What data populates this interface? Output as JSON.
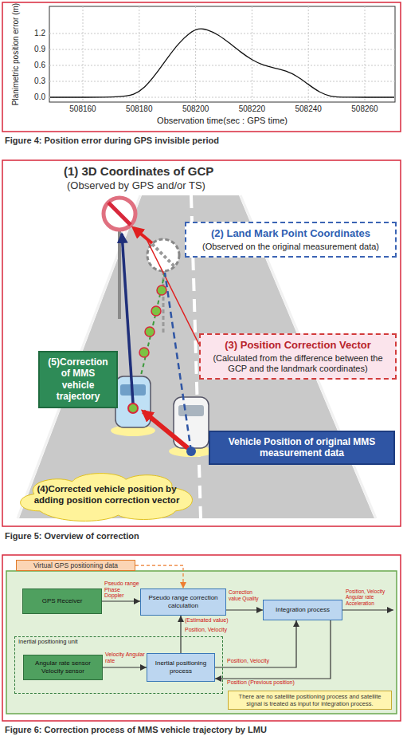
{
  "diagram": {
    "nodes": [
      {
        "text": [
          "(2) Land Mark Point Coordinates",
          "(Observed on the original measurement data)"
        ]
      },
      {
        "text": [
          "(3) Position Correction Vector",
          "(Calculated from the difference between the GCP and the landmark coordinates)"
        ]
      },
      {
        "text": [
          "(5)Correction of MMS vehicle trajectory"
        ]
      },
      {
        "text": [
          "Vehicle Position of original MMS measurement data"
        ]
      },
      {
        "text": [
          "(4)Corrected vehicle position by adding position correction vector"
        ]
      },
      {
        "text": [
          "Virtual GPS positioning data"
        ]
      },
      {
        "text": [
          "GPS Receiver"
        ]
      },
      {
        "text": [
          "Pseudo range correction calculation"
        ]
      },
      {
        "text": [
          "Integration process"
        ]
      },
      {
        "text": [
          "Inertial positioning unit"
        ]
      },
      {
        "text": [
          "Angular rate sensor Velocity sensor"
        ],
        "in": 9
      },
      {
        "text": [
          "Inertial positioning process"
        ],
        "in": 9
      },
      {
        "text": [
          "There are no satellite positioning process and satellite signal is treated as input for integration process."
        ]
      }
    ],
    "edges": [
      {
        "from": 5,
        "to": 7,
        "arrow": "to"
      },
      {
        "from": 6,
        "to": 7,
        "label": "Pseudo range Phase Doppler",
        "arrow": "to"
      },
      {
        "from": 7,
        "to": 8,
        "label": "Correction value Quality",
        "arrow": "to"
      },
      {
        "from": 10,
        "to": 11,
        "label": "Velocity Angular rate",
        "arrow": "to"
      },
      {
        "from": 11,
        "to": 7,
        "label": "Position, Velocity",
        "arrow": "to"
      },
      {
        "from": 11,
        "to": 8,
        "label": "Position, Velocity",
        "arrow": "to"
      },
      {
        "from": 8,
        "to": 11,
        "label": "Position (Previous position)",
        "arrow": "to"
      }
    ],
    "labels": [
      "Planimetric position error (m)",
      "0.0",
      "0.3",
      "0.6",
      "0.9",
      "1.2",
      "508160",
      "508180",
      "508200",
      "508220",
      "508240",
      "508260",
      "Observation time(sec : GPS time)",
      "Figure 4: Position error during GPS invisible period",
      "(1) 3D Coordinates of GCP",
      "(Observed by GPS and/or TS)",
      "Figure 5: Overview of correction",
      "(Estimated value)",
      "Position, Velocity Angular rate Acceleration",
      "Figure 6: Correction process of MMS vehicle trajectory by LMU"
    ]
  }
}
